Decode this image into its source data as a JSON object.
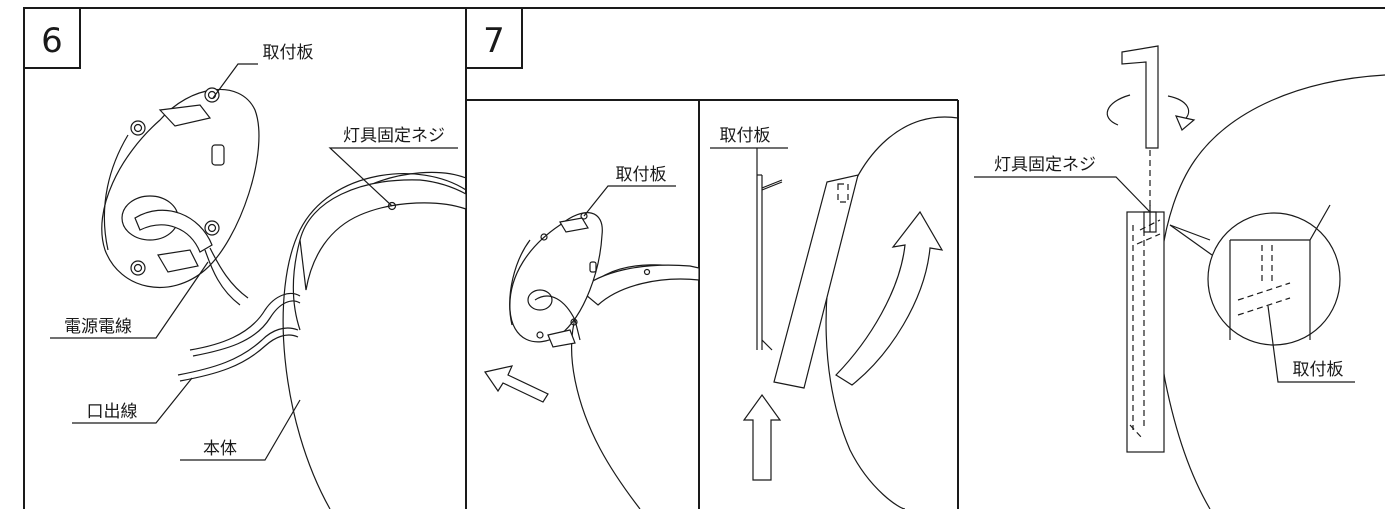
{
  "step6": {
    "number": "6",
    "label_mount_plate": "取付板",
    "label_fixing_screw": "灯具固定ネジ",
    "label_power_wire": "電源電線",
    "label_outlet_wire": "口出線",
    "label_body": "本体"
  },
  "step7": {
    "number": "7",
    "left": {
      "label_mount_plate": "取付板"
    },
    "middle": {
      "label_mount_plate": "取付板"
    },
    "right": {
      "label_fixing_screw": "灯具固定ネジ",
      "label_mount_plate": "取付板"
    }
  }
}
